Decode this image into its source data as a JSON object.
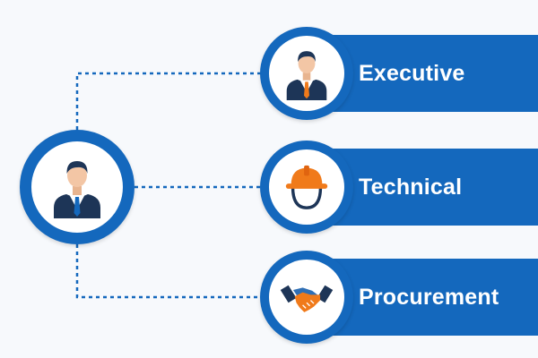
{
  "diagram": {
    "root": {
      "icon": "businessman-icon"
    },
    "branches": [
      {
        "label": "Executive",
        "icon": "executive-icon"
      },
      {
        "label": "Technical",
        "icon": "hard-hat-worker-icon"
      },
      {
        "label": "Procurement",
        "icon": "handshake-icon"
      }
    ]
  },
  "colors": {
    "primary_blue": "#1468bd",
    "accent_orange": "#f07a1a",
    "navy": "#1d3557",
    "skin": "#f3c6a5"
  }
}
